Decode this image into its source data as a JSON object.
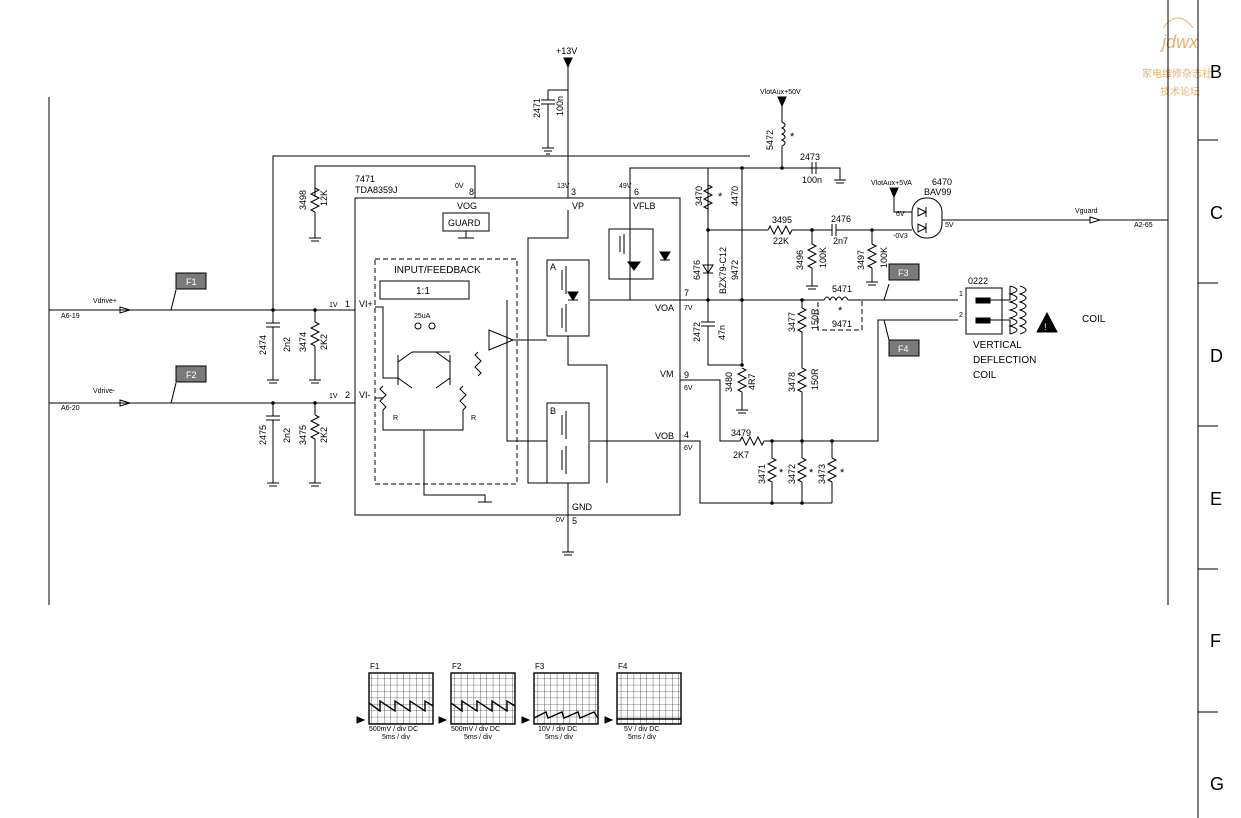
{
  "watermark": {
    "logo": "jdwx",
    "line1": "家电维修杂志社",
    "line2": "技术论坛"
  },
  "grid_rows": [
    "B",
    "C",
    "D",
    "E",
    "F",
    "G"
  ],
  "ic": {
    "ref": "7471",
    "part": "TDA8359J",
    "block": "INPUT/FEEDBACK",
    "ratio": "1:1",
    "guard": "GUARD",
    "pins": {
      "vog": "VOG",
      "vp": "VP",
      "vflb": "VFLB",
      "voa": "VOA",
      "vm": "VM",
      "vob": "VOB",
      "gnd": "GND",
      "vip": "VI+",
      "vim": "VI-"
    },
    "pin_numbers": {
      "vog": "8",
      "vp": "3",
      "vflb": "6",
      "voa": "7",
      "vm": "9",
      "vob": "4",
      "gnd": "5",
      "vip": "1",
      "vim": "2"
    },
    "pin_voltages": {
      "vog": "0V",
      "vp": "13V",
      "vflb": "49V",
      "voa": "7V",
      "vm": "6V",
      "vob": "6V",
      "gnd": "0V",
      "vip": "1V",
      "vim": "1V"
    },
    "current_source": "25uA",
    "amp_a": "A",
    "amp_b": "B",
    "res_r": "R"
  },
  "supplies": {
    "p13": "+13V",
    "vlot50": "VlotAux+50V",
    "vlot5": "VlotAux+5VA"
  },
  "ports": {
    "vdrive_p": "Vdrive+",
    "vdrive_m": "Vdrive-",
    "a6_19": "A6-19",
    "a6_20": "A6-20",
    "vguard": "Vguard",
    "a2_65": "A2-65"
  },
  "flags": [
    "F1",
    "F2",
    "F3",
    "F4"
  ],
  "parts": {
    "c2471": {
      "ref": "2471",
      "val": "100n"
    },
    "r3498": {
      "ref": "3498",
      "val": "12K"
    },
    "c2474": {
      "ref": "2474",
      "val": "2n2"
    },
    "r3474": {
      "ref": "3474",
      "val": "2K2"
    },
    "c2475": {
      "ref": "2475",
      "val": "2n2"
    },
    "r3475": {
      "ref": "3475",
      "val": "2K2"
    },
    "l5472": {
      "ref": "5472",
      "val": "*"
    },
    "c2473": {
      "ref": "2473",
      "val": "100n"
    },
    "r3470": {
      "ref": "3470",
      "val": "*"
    },
    "r4470": {
      "ref": "4470"
    },
    "r3495": {
      "ref": "3495",
      "val": "22K"
    },
    "c2476": {
      "ref": "2476",
      "val": "2n7"
    },
    "r3496": {
      "ref": "3496",
      "val": "100K"
    },
    "r3497": {
      "ref": "3497",
      "val": "100K"
    },
    "d6470": {
      "ref": "6470",
      "val": "BAV99",
      "v1": "5V",
      "v2": "-0V3",
      "v3": "5V",
      "v4": "6V"
    },
    "d6476": {
      "ref": "6476",
      "val": "BZX79-C12",
      "alt": "9472"
    },
    "c2472": {
      "ref": "2472",
      "val": "47n"
    },
    "r3480": {
      "ref": "3480",
      "val": "4R7"
    },
    "r3477": {
      "ref": "3477",
      "val": "150R"
    },
    "r3478": {
      "ref": "3478",
      "val": "150R"
    },
    "l5471": {
      "ref": "5471",
      "val": "*",
      "alt": "9471"
    },
    "r3479": {
      "ref": "3479",
      "val": "2K7"
    },
    "r3471": {
      "ref": "3471",
      "val": "*"
    },
    "r3472": {
      "ref": "3472",
      "val": "*"
    },
    "r3473": {
      "ref": "3473",
      "val": "*"
    },
    "conn": {
      "ref": "0222",
      "p1": "1",
      "p2": "2"
    }
  },
  "coil_label": [
    "VERTICAL",
    "DEFLECTION",
    "COIL"
  ],
  "coil_word": "COIL",
  "scopes": [
    {
      "name": "F1",
      "l1": "500mV / div DC",
      "l2": "5ms / div"
    },
    {
      "name": "F2",
      "l1": "500mV / div DC",
      "l2": "5ms / div"
    },
    {
      "name": "F3",
      "l1": "10V / div DC",
      "l2": "5ms / div"
    },
    {
      "name": "F4",
      "l1": "5V / div DC",
      "l2": "5ms / div"
    }
  ]
}
